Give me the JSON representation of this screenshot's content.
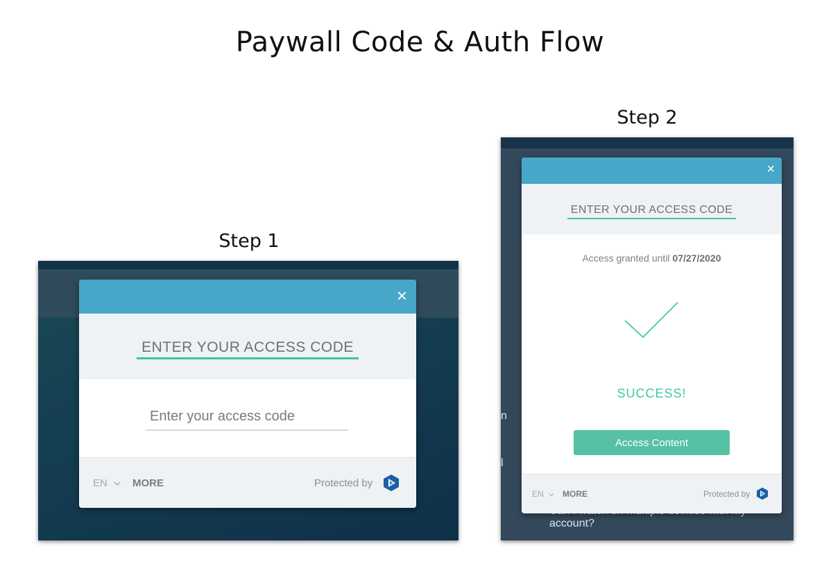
{
  "page": {
    "title": "Paywall Code & Auth Flow"
  },
  "step1": {
    "label": "Step 1",
    "modal": {
      "close": "×",
      "heading": "ENTER YOUR ACCESS CODE",
      "input_placeholder": "Enter your access code",
      "footer": {
        "language": "EN",
        "more": "MORE",
        "protected_by": "Protected by"
      }
    }
  },
  "step2": {
    "label": "Step 2",
    "background": {
      "faq_question": "Can I watch on multiple devices with my account?",
      "fragment_1": "n",
      "fragment_2": "l"
    },
    "modal": {
      "close": "×",
      "heading": "ENTER YOUR ACCESS CODE",
      "access_prefix": "Access granted until",
      "access_date": "07/27/2020",
      "success": "SUCCESS!",
      "button": "Access Content",
      "footer": {
        "language": "EN",
        "more": "MORE",
        "protected_by": "Protected by"
      }
    }
  },
  "colors": {
    "header_blue": "#46a7c9",
    "accent_teal": "#42bfa5",
    "button_green": "#56c1a4",
    "logo_blue": "#1b5fa5"
  },
  "icons": [
    "close-icon",
    "chevron-down-icon",
    "shield-play-logo-icon",
    "checkmark-icon"
  ]
}
